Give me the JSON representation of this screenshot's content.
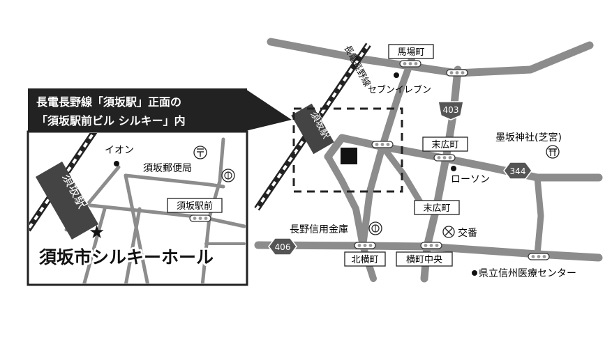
{
  "colors": {
    "road": "#8c8c8c",
    "frame": "#222222",
    "station_box": "#444444",
    "marker": "#111111"
  },
  "callout": {
    "line1": "長電長野線「須坂駅」正面の",
    "line2": "「須坂駅前ビル シルキー」内"
  },
  "inset": {
    "station": "須坂駅",
    "aeon": "イオン",
    "post_office": "須坂郵便局",
    "crossing": "須坂駅前",
    "venue": "須坂市シルキーホール",
    "star_icon": "star-icon"
  },
  "main": {
    "railway_name": "長電長野線",
    "station": "須坂駅",
    "crossings": [
      "馬場町",
      "末広町",
      "末広町",
      "北横町",
      "横町中央"
    ],
    "route_shields": [
      "403",
      "344",
      "406"
    ],
    "labels": {
      "seven_eleven": "セブンイレブン",
      "shrine": "墨坂神社(芝宮)",
      "lawson": "ローソン",
      "bank": "長野信用金庫",
      "koban": "交番",
      "hospital": "県立信州医療センター"
    },
    "icons": [
      "post-office-icon",
      "bank-icon",
      "shrine-icon",
      "koban-icon",
      "traffic-light-icon"
    ]
  }
}
